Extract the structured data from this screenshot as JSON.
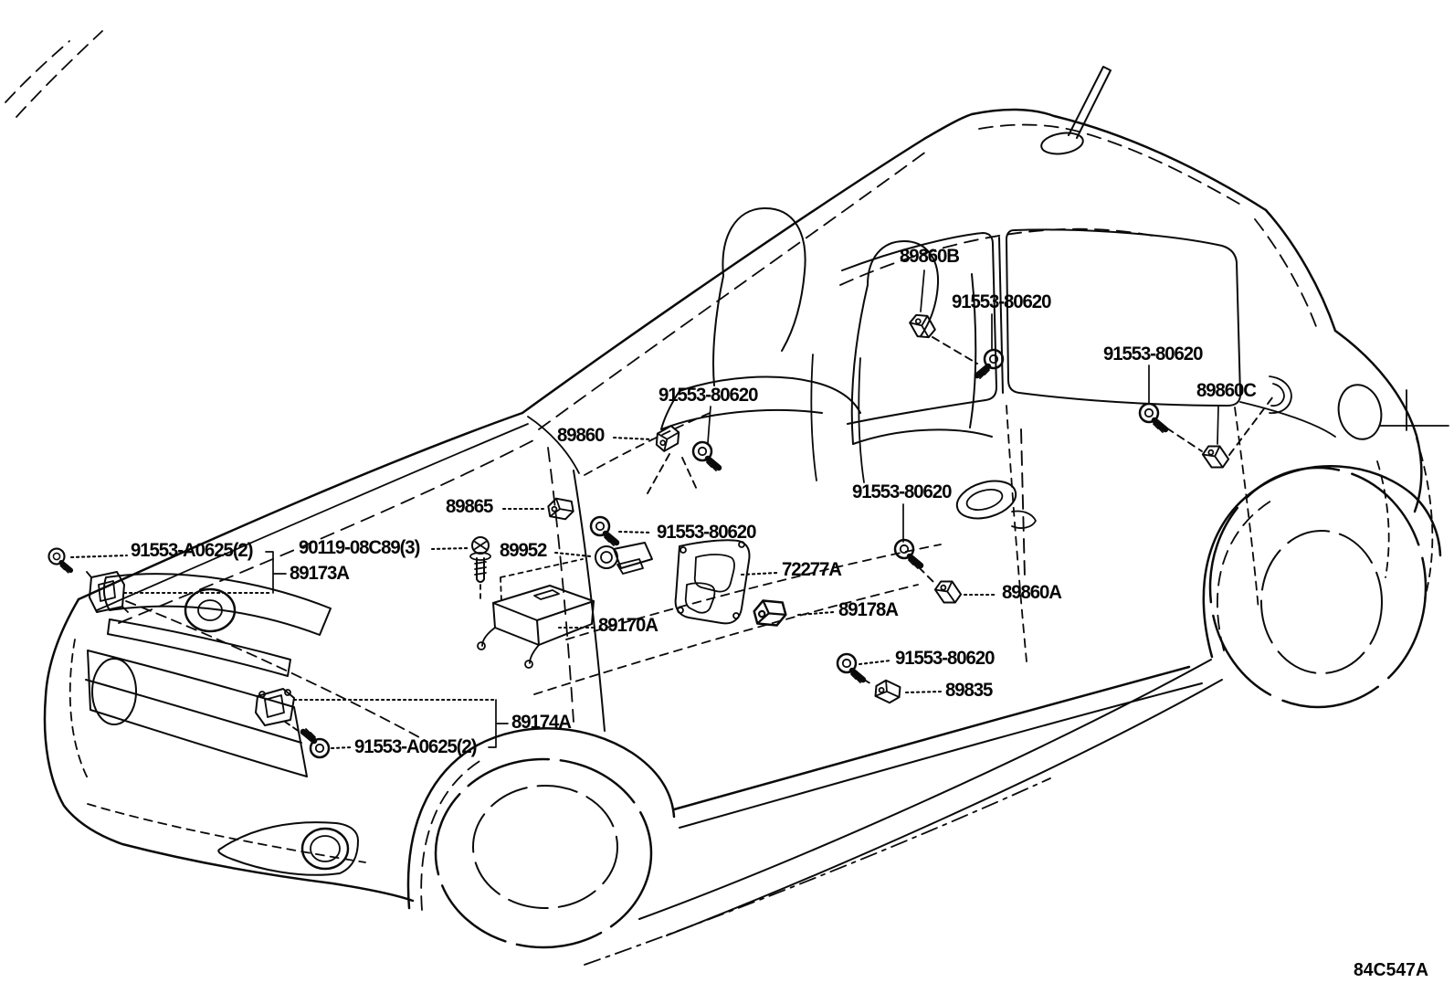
{
  "diagram": {
    "code": "84C547A",
    "part_labels": [
      {
        "part_number": "89860B"
      },
      {
        "part_number": "91553-80620"
      },
      {
        "part_number": "91553-80620"
      },
      {
        "part_number": "89860C"
      },
      {
        "part_number": "91553-80620"
      },
      {
        "part_number": "89860"
      },
      {
        "part_number": "91553-80620"
      },
      {
        "part_number": "89865"
      },
      {
        "part_number": "91553-80620"
      },
      {
        "part_number": "90119-08C89(3)"
      },
      {
        "part_number": "89952"
      },
      {
        "part_number": "91553-A0625(2)"
      },
      {
        "part_number": "89173A"
      },
      {
        "part_number": "72277A"
      },
      {
        "part_number": "89178A"
      },
      {
        "part_number": "89860A"
      },
      {
        "part_number": "89170A"
      },
      {
        "part_number": "91553-80620"
      },
      {
        "part_number": "89835"
      },
      {
        "part_number": "89174A"
      },
      {
        "part_number": "91553-A0625(2)"
      }
    ]
  }
}
